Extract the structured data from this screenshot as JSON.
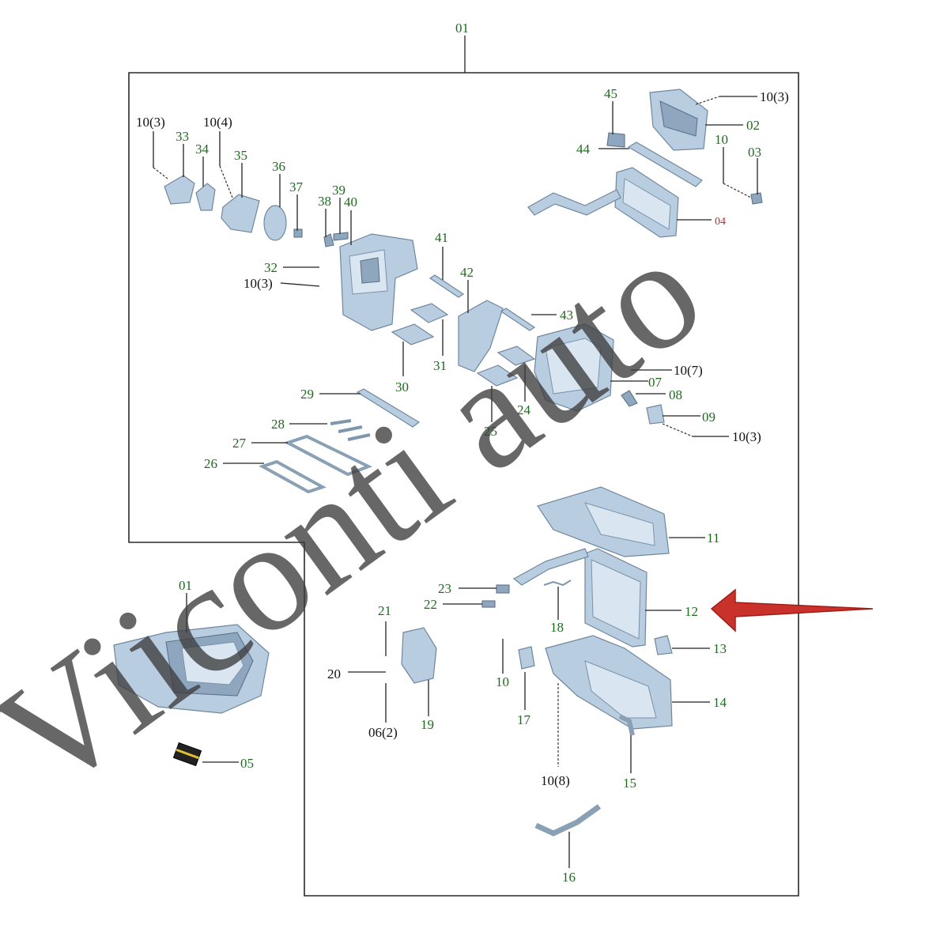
{
  "labels": {
    "l01_top": "01",
    "l02": "02",
    "l03": "03",
    "l04": "04",
    "l05": "05",
    "l06": "06(2)",
    "l07": "07",
    "l08": "08",
    "l09": "09",
    "l10_a": "10(3)",
    "l10_b": "10",
    "l10_c": "10(3)",
    "l10_d": "10(4)",
    "l10_e": "10(3)",
    "l10_f": "10(7)",
    "l10_g": "10(3)",
    "l10_h": "10",
    "l10_i": "10(8)",
    "l11": "11",
    "l12": "12",
    "l13": "13",
    "l14": "14",
    "l15": "15",
    "l16": "16",
    "l17": "17",
    "l18": "18",
    "l19": "19",
    "l20": "20",
    "l21": "21",
    "l22": "22",
    "l23": "23",
    "l24": "24",
    "l25": "25",
    "l26": "26",
    "l27": "27",
    "l28": "28",
    "l29": "29",
    "l30": "30",
    "l31": "31",
    "l32": "32",
    "l33": "33",
    "l34": "34",
    "l35": "35",
    "l36": "36",
    "l37": "37",
    "l38": "38",
    "l39": "39",
    "l40": "40",
    "l41": "41",
    "l42": "42",
    "l43": "43",
    "l44": "44",
    "l45": "45",
    "l01_assembly": "01"
  },
  "watermark": "Viiconti auto",
  "colors": {
    "label_green": "#1e6b1e",
    "label_black": "#111111",
    "label_highlight": "#d42020",
    "part_fill": "#b9cde0",
    "arrow": "#c8322a"
  },
  "highlight": {
    "target_part": "12",
    "indicator": "red-arrow"
  }
}
